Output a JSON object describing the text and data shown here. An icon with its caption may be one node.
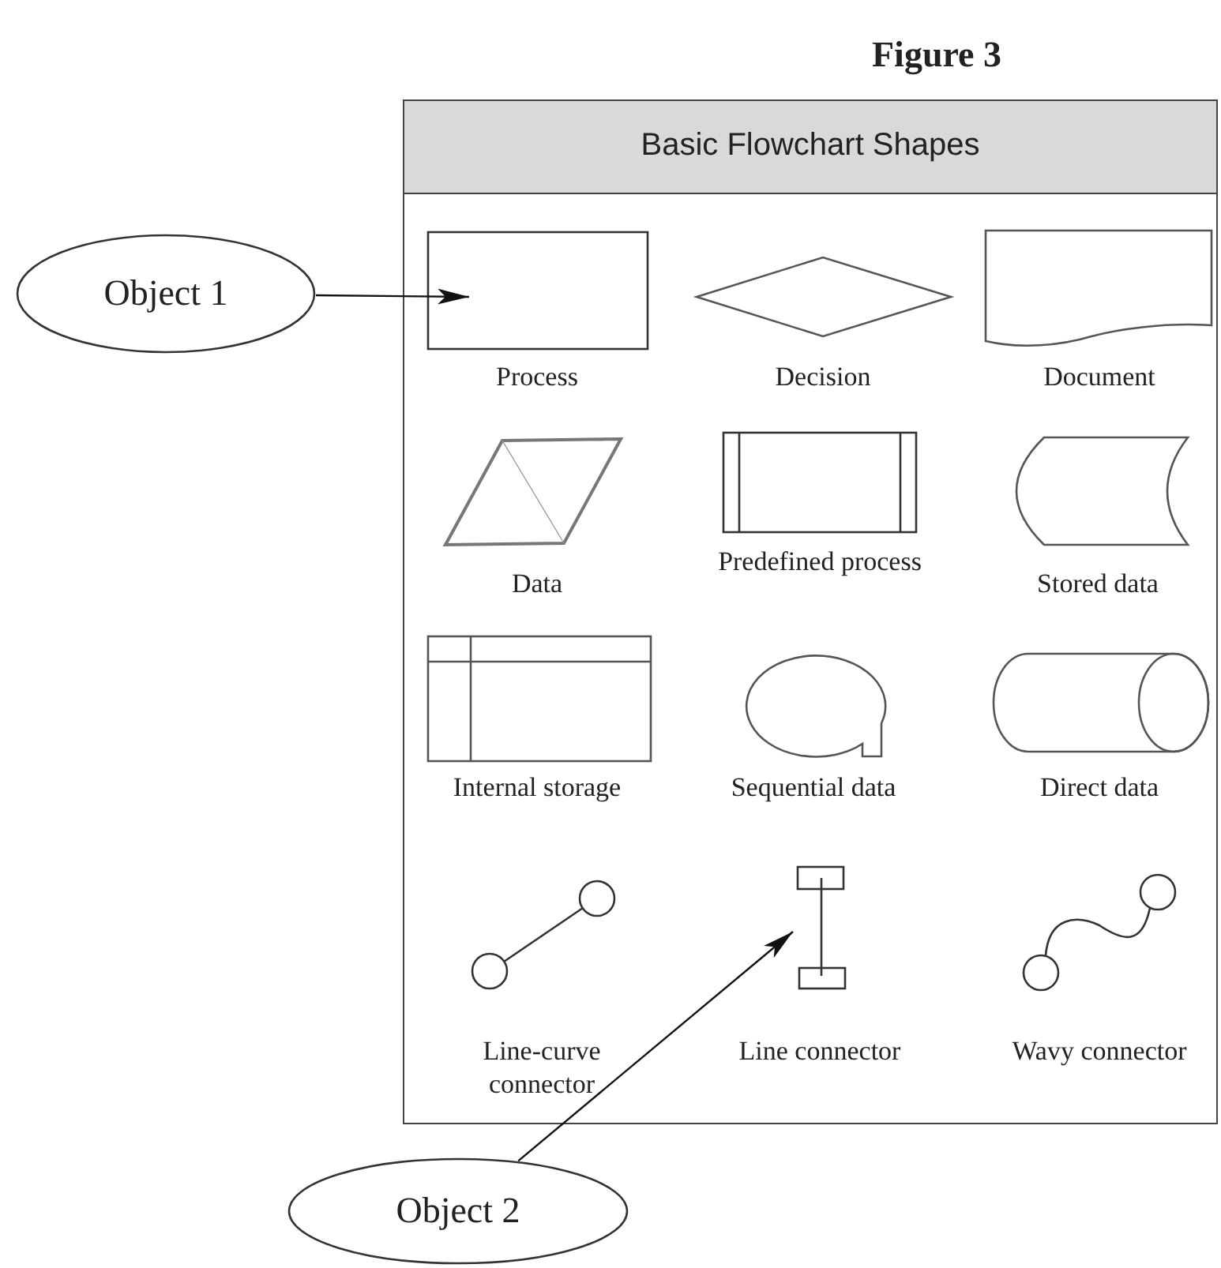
{
  "diagram": {
    "title": "Figure 3",
    "nodes": [
      {
        "text": [
          "Basic Flowchart Shapes"
        ]
      },
      {
        "text": [
          "Process"
        ],
        "in": 0
      },
      {
        "text": [
          "Decision"
        ],
        "in": 0
      },
      {
        "text": [
          "Document"
        ],
        "in": 0
      },
      {
        "text": [
          "Data"
        ],
        "in": 0
      },
      {
        "text": [
          "Predefined process"
        ],
        "in": 0
      },
      {
        "text": [
          "Stored data"
        ],
        "in": 0
      },
      {
        "text": [
          "Internal storage"
        ],
        "in": 0
      },
      {
        "text": [
          "Sequential data"
        ],
        "in": 0
      },
      {
        "text": [
          "Direct data"
        ],
        "in": 0
      },
      {
        "text": [
          "Line-curve connector"
        ],
        "in": 0
      },
      {
        "text": [
          "Line connector"
        ],
        "in": 0
      },
      {
        "text": [
          "Wavy connector"
        ],
        "in": 0
      },
      {
        "text": [
          "Object 1"
        ]
      },
      {
        "text": [
          "Object 2"
        ]
      }
    ],
    "edges": [
      {
        "from": 13,
        "to": 1,
        "arrow": "to"
      },
      {
        "from": 14,
        "to": 11,
        "arrow": "to"
      }
    ]
  }
}
